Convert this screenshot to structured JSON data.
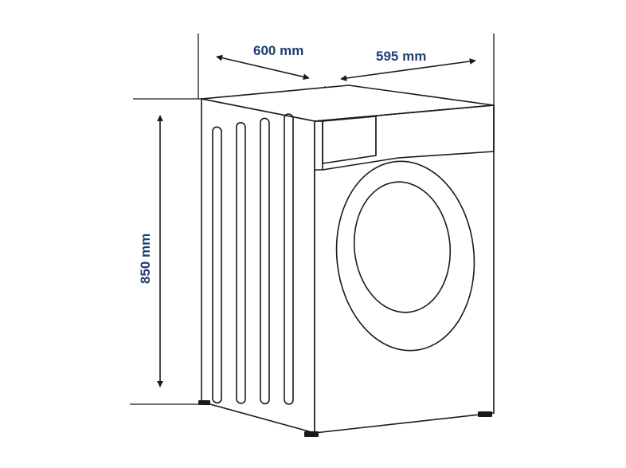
{
  "dimensions": {
    "depth_label": "600 mm",
    "width_label": "595 mm",
    "height_label": "850 mm"
  },
  "colors": {
    "label": "#1f3f73",
    "outline": "#1a1a1a",
    "background": "#ffffff"
  },
  "icons": {
    "appliance": "washing-machine-icon"
  }
}
